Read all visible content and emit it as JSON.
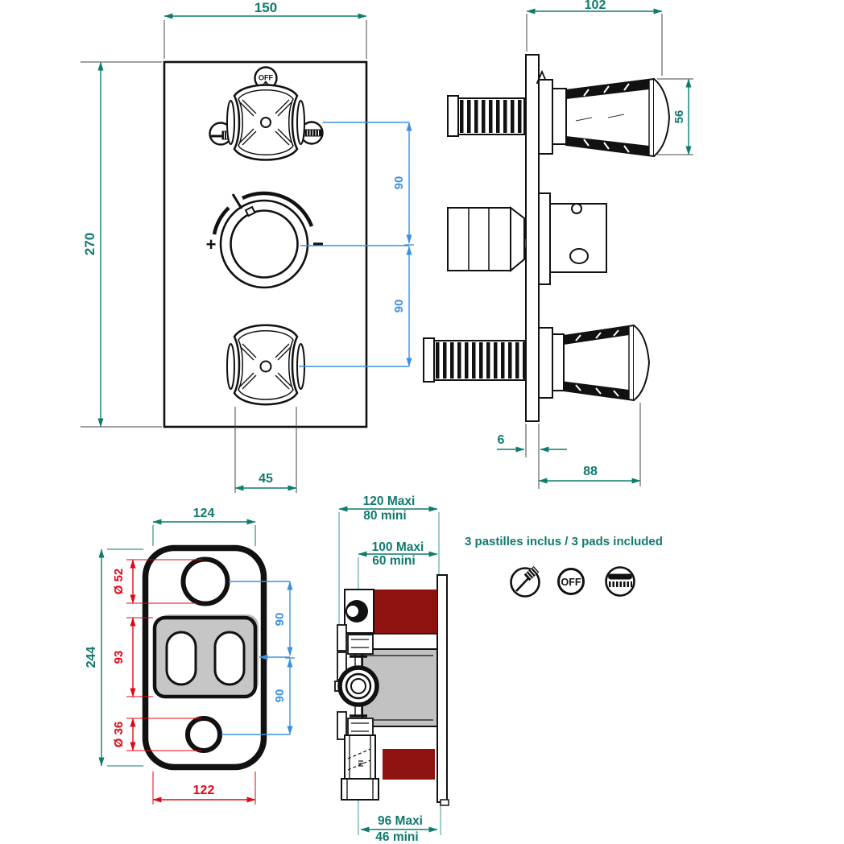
{
  "drawing": {
    "type": "technical-dimension-drawing",
    "subject": "concealed thermostatic shower valve trim and rough-in body"
  },
  "colors": {
    "dimension_teal": "#0f7a6e",
    "dimension_blue": "#3d90dd",
    "dimension_red": "#e30613",
    "supply_dark_red": "#8e1310",
    "cartridge_gray": "#c2c2c2",
    "line_black": "#111111"
  },
  "front_view": {
    "labels": {
      "off": "OFF",
      "plus": "+"
    },
    "dimensions": {
      "width": "150",
      "height": "270",
      "spacing_top": "90",
      "spacing_bottom": "90",
      "knob_width": "45"
    }
  },
  "side_view": {
    "dimensions": {
      "depth": "102",
      "knob_diameter": "56",
      "plate_thickness": "6",
      "projection": "88"
    }
  },
  "back_view": {
    "dimensions": {
      "width": "124",
      "height": "244",
      "top_hole": "Ø 52",
      "center_height": "93",
      "bottom_hole": "Ø 36",
      "bottom_width": "122",
      "spacing_top": "90",
      "spacing_bottom": "90"
    }
  },
  "section_view": {
    "dimensions": {
      "total_maxi": "120 Maxi",
      "total_mini": "80 mini",
      "rough_maxi": "100 Maxi",
      "rough_mini": "60 mini",
      "outlet_maxi": "96 Maxi",
      "outlet_mini": "46 mini"
    }
  },
  "pads": {
    "note": "3 pastilles inclus / 3 pads included",
    "items": [
      {
        "icon": "hand-shower-icon"
      },
      {
        "icon": "off-pad",
        "label": "OFF"
      },
      {
        "icon": "overhead-shower-icon"
      }
    ]
  }
}
